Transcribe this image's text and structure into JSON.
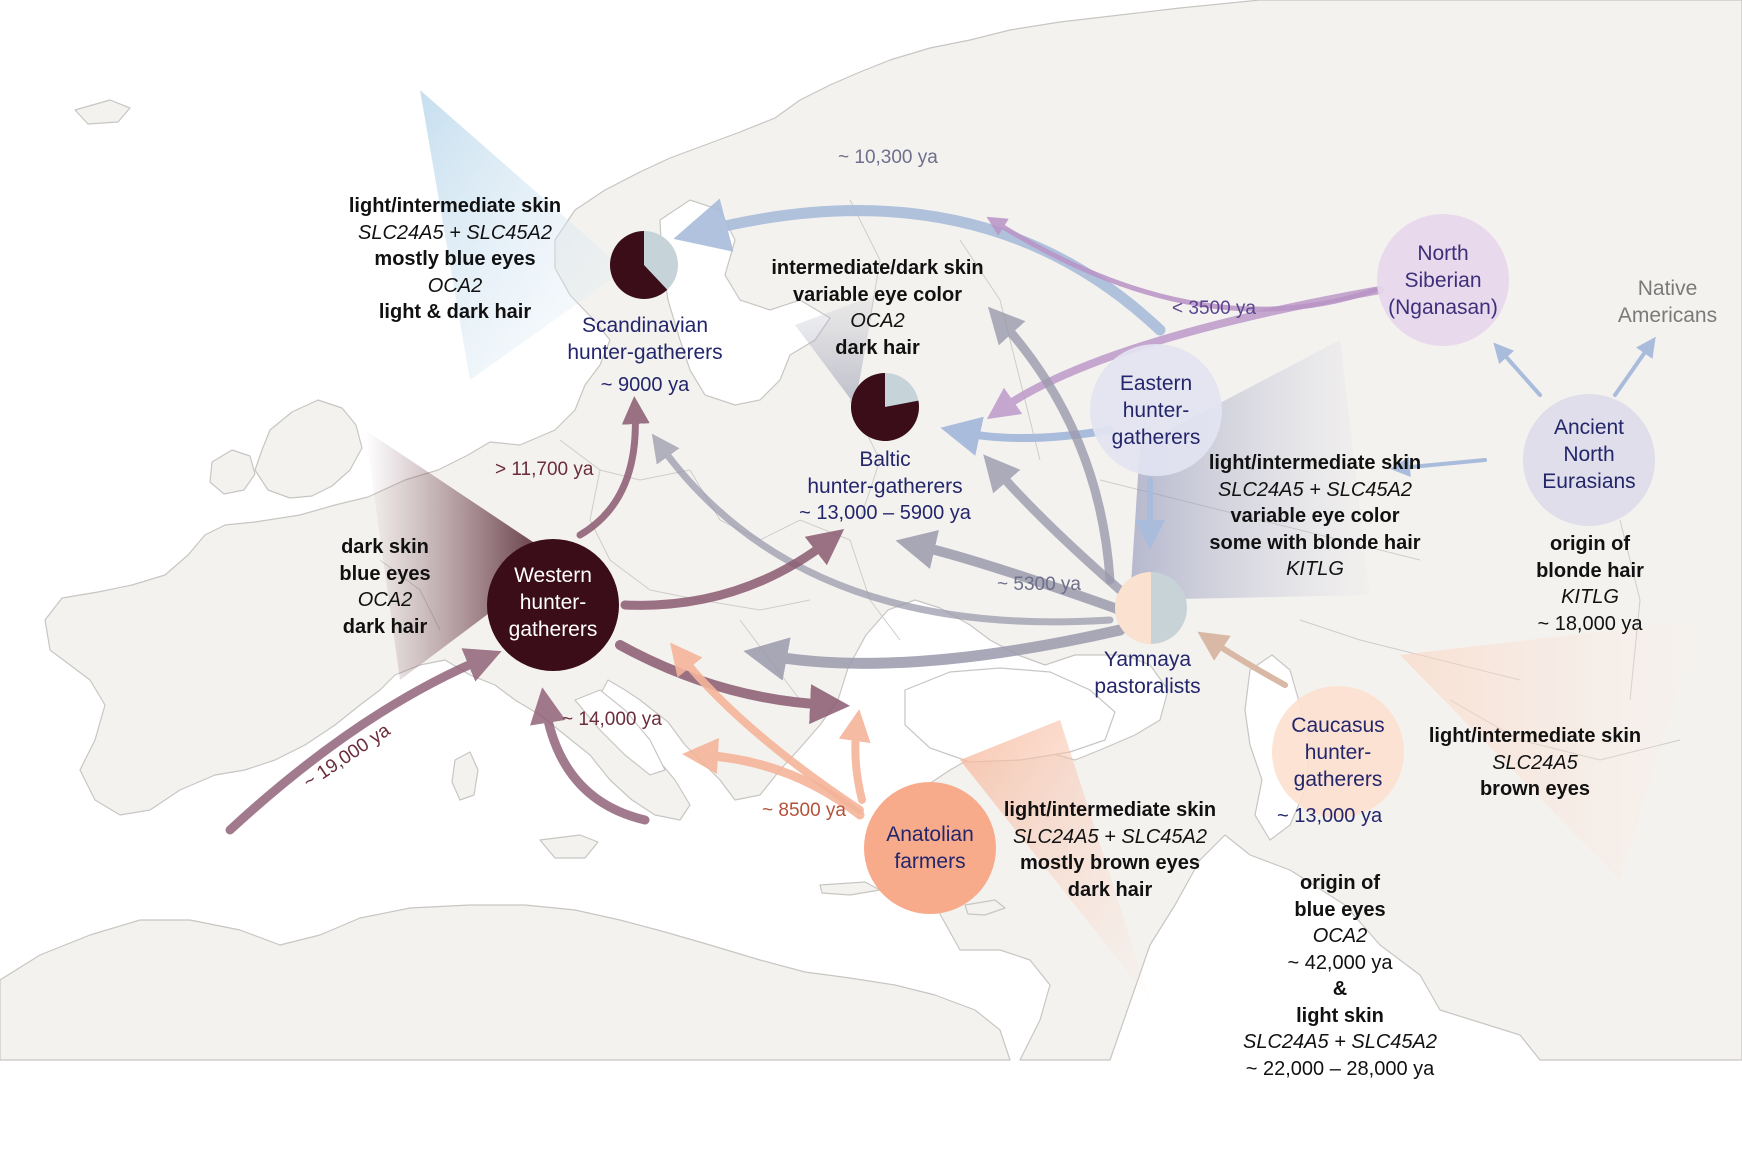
{
  "colors": {
    "land": "#f4f2ef",
    "coast": "#c8c6c3",
    "western": "#3a0d18",
    "anatolian": "#f7ab8b",
    "caucasus": "#fde0cf",
    "eastern": "#e3e4f2",
    "north_siberian": "#e6d8ec",
    "ancient_north": "#dcdce9",
    "arrow_blue": "#a9bcdb",
    "arrow_purple": "#b994c7",
    "arrow_grey": "#9b9aad",
    "arrow_maroon": "#8b5a71",
    "arrow_orange": "#f4b49a",
    "arrow_tan": "#d9b9a6"
  },
  "nodes": {
    "western": [
      "Western",
      "hunter-",
      "gatherers"
    ],
    "anatolian": [
      "Anatolian",
      "farmers"
    ],
    "caucasus": [
      "Caucasus",
      "hunter-",
      "gatherers"
    ],
    "eastern": [
      "Eastern",
      "hunter-",
      "gatherers"
    ],
    "north_siberian": [
      "North",
      "Siberian",
      "(Nganasan)"
    ],
    "ancient_north": [
      "Ancient",
      "North",
      "Eurasians"
    ],
    "native_americans": [
      "Native",
      "Americans"
    ],
    "scandinavian": [
      "Scandinavian",
      "hunter-gatherers",
      "~ 9000 ya"
    ],
    "baltic": [
      "Baltic",
      "hunter-gatherers",
      "~ 13,000 – 5900 ya"
    ],
    "yamnaya": [
      "Yamnaya",
      "pastoralists"
    ]
  },
  "pies": {
    "scandinavian_dark_fraction": 0.62,
    "baltic_dark_fraction": 0.78,
    "yamnaya_left_fraction": 0.5
  },
  "dates": {
    "d10300": "~ 10,300 ya",
    "d3500": "< 3500 ya",
    "d11700": "> 11,700 ya",
    "d5300": "~ 5300 ya",
    "d14000": "~ 14,000 ya",
    "d19000": "~ 19,000 ya",
    "d8500": "~ 8500 ya",
    "d13000": "~ 13,000 ya"
  },
  "traits": {
    "scandinavian": [
      {
        "text": "light/intermediate skin",
        "style": "b"
      },
      {
        "text": "SLC24A5 + SLC45A2",
        "style": "i"
      },
      {
        "text": "mostly blue eyes",
        "style": "b"
      },
      {
        "text": "OCA2",
        "style": "i"
      },
      {
        "text": "light & dark hair",
        "style": "b"
      }
    ],
    "baltic": [
      {
        "text": "intermediate/dark skin",
        "style": "b"
      },
      {
        "text": "variable eye color",
        "style": "b"
      },
      {
        "text": "OCA2",
        "style": "i"
      },
      {
        "text": "dark hair",
        "style": "b"
      }
    ],
    "western": [
      {
        "text": "dark skin",
        "style": "b"
      },
      {
        "text": "blue eyes",
        "style": "b"
      },
      {
        "text": "OCA2",
        "style": "i"
      },
      {
        "text": "dark hair",
        "style": "b"
      }
    ],
    "eastern": [
      {
        "text": "light/intermediate skin",
        "style": "b"
      },
      {
        "text": "SLC24A5 + SLC45A2",
        "style": "i"
      },
      {
        "text": "variable eye color",
        "style": "b"
      },
      {
        "text": "some with blonde hair",
        "style": "b"
      },
      {
        "text": "KITLG",
        "style": "i"
      }
    ],
    "ancient_north": [
      {
        "text": "origin of",
        "style": "b"
      },
      {
        "text": "blonde hair",
        "style": "b"
      },
      {
        "text": "KITLG",
        "style": "i"
      },
      {
        "text": "~ 18,000 ya",
        "style": "n"
      }
    ],
    "caucasus": [
      {
        "text": "light/intermediate skin",
        "style": "b"
      },
      {
        "text": "SLC24A5",
        "style": "i"
      },
      {
        "text": "brown eyes",
        "style": "b"
      }
    ],
    "anatolian": [
      {
        "text": "light/intermediate skin",
        "style": "b"
      },
      {
        "text": "SLC24A5 + SLC45A2",
        "style": "i"
      },
      {
        "text": "mostly brown eyes",
        "style": "b"
      },
      {
        "text": "dark hair",
        "style": "b"
      }
    ],
    "origin_blue_eyes": [
      {
        "text": "origin of",
        "style": "b"
      },
      {
        "text": "blue eyes",
        "style": "b"
      },
      {
        "text": "OCA2",
        "style": "i"
      },
      {
        "text": "~ 42,000 ya",
        "style": "n"
      },
      {
        "text": "&",
        "style": "b"
      },
      {
        "text": "light skin",
        "style": "b"
      },
      {
        "text": "SLC24A5 + SLC45A2",
        "style": "i"
      },
      {
        "text": "~ 22,000 – 28,000 ya",
        "style": "n"
      }
    ]
  }
}
